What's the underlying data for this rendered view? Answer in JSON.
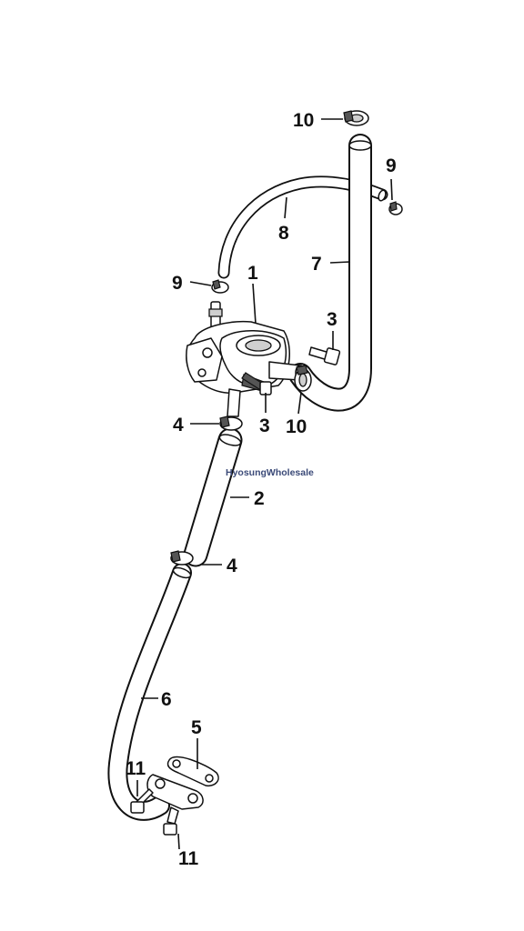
{
  "watermark": "HyosungWholesale",
  "callouts": [
    {
      "id": "c10-top",
      "text": "10"
    },
    {
      "id": "c9-right",
      "text": "9"
    },
    {
      "id": "c8",
      "text": "8"
    },
    {
      "id": "c7",
      "text": "7"
    },
    {
      "id": "c9-left",
      "text": "9"
    },
    {
      "id": "c1",
      "text": "1"
    },
    {
      "id": "c3-upper",
      "text": "3"
    },
    {
      "id": "c4-upper",
      "text": "4"
    },
    {
      "id": "c3-lower",
      "text": "3"
    },
    {
      "id": "c10-lower",
      "text": "10"
    },
    {
      "id": "c2",
      "text": "2"
    },
    {
      "id": "c4-lower",
      "text": "4"
    },
    {
      "id": "c6",
      "text": "6"
    },
    {
      "id": "c5",
      "text": "5"
    },
    {
      "id": "c11-upper",
      "text": "11"
    },
    {
      "id": "c11-lower",
      "text": "11"
    }
  ]
}
